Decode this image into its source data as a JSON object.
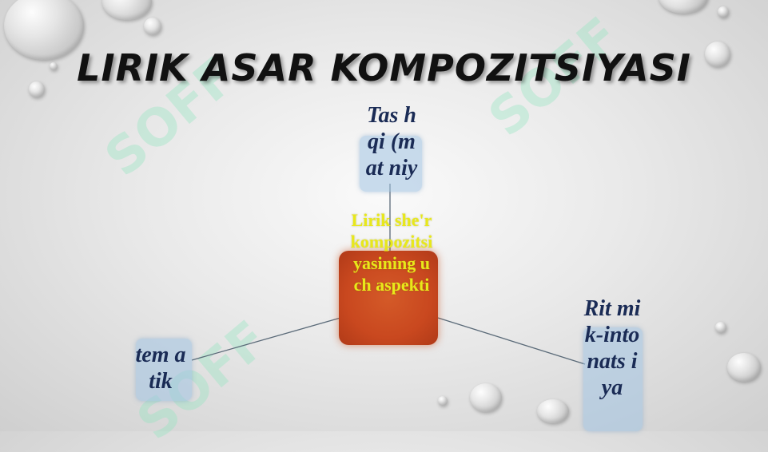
{
  "slide": {
    "title": "LIRIK ASAR KOMPOZITSIYASI"
  },
  "diagram": {
    "center": {
      "text": "Lirik she'r kompozitsiyasining uch aspekti",
      "color": "#e8e81a"
    },
    "top": {
      "text": "Tas hqi (mat niy"
    },
    "left": {
      "text": "tem atik"
    },
    "right": {
      "text": "Rit mik-into nats iya"
    }
  },
  "watermarks": [
    "SOFF",
    "SOFF",
    "SOFF"
  ],
  "colors": {
    "node_fill": "#a0c3e1",
    "center_fill": "#c9481f",
    "label_text": "#1a2b55",
    "watermark": "#8ce6be"
  }
}
